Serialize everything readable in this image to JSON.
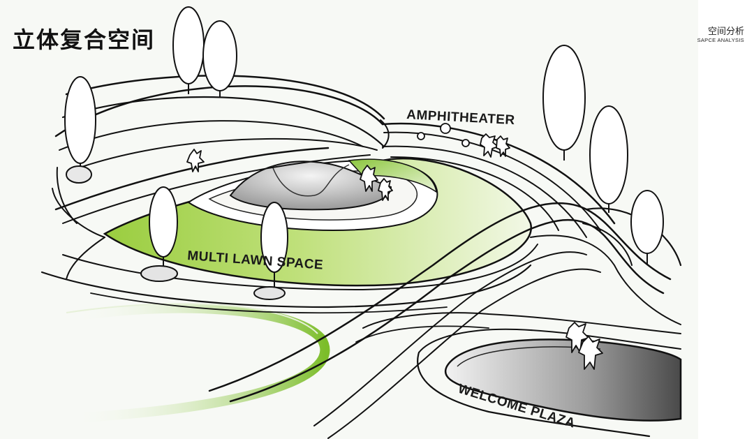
{
  "header": {
    "title": "立体复合空间",
    "section_zh": "空间分析",
    "section_en": "SAPCE ANALYSIS"
  },
  "labels": {
    "amphitheater": "AMPHITHEATER",
    "lawn": "MULTI LAWN SPACE",
    "plaza": "WELCOME PLAZA"
  },
  "colors": {
    "lawn_green": "#8cc63f",
    "ink": "#111111",
    "shadow_gray": "#6f6f6f"
  }
}
